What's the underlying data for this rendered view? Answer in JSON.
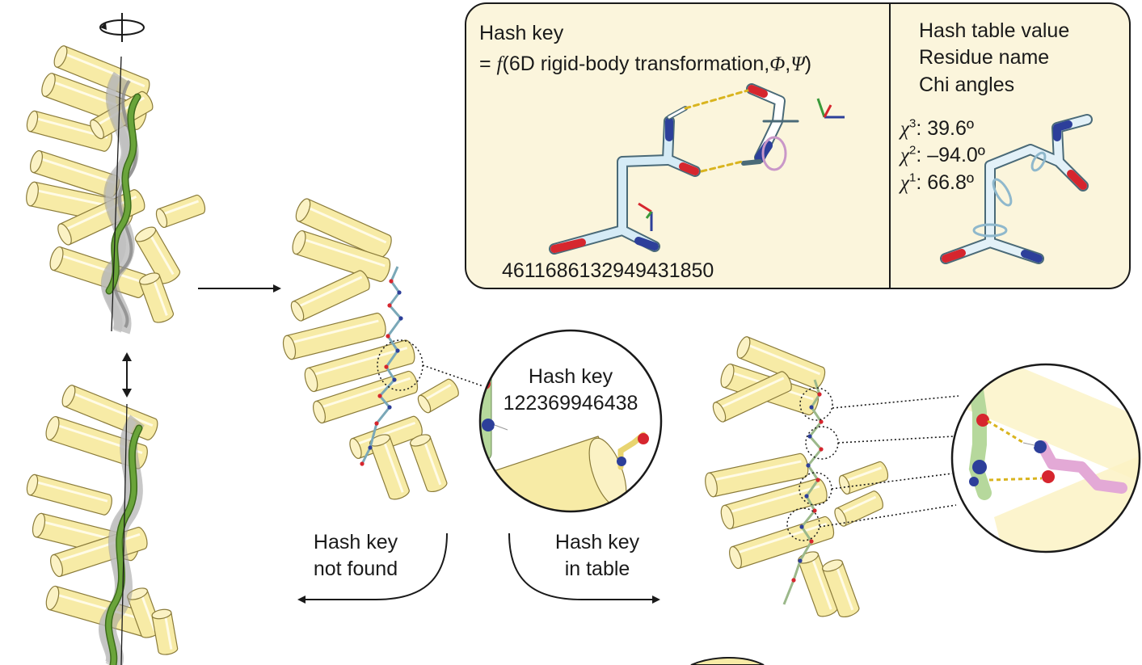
{
  "hash_box": {
    "key_title": "Hash key",
    "key_formula_prefix": "= ",
    "key_formula_f": "f",
    "key_formula_body": "(6D rigid-body transformation,",
    "key_formula_phi": "Φ",
    "key_formula_sep": ",",
    "key_formula_psi": "Ψ",
    "key_formula_close": ")",
    "key_value": "4611686132949431850",
    "value_lines": [
      "Hash table value",
      "Residue name",
      "Chi angles"
    ],
    "chi": [
      {
        "symbol": "χ",
        "sup": "3",
        "value": ": 39.6º"
      },
      {
        "symbol": "χ",
        "sup": "2",
        "value": ": –94.0º"
      },
      {
        "symbol": "χ",
        "sup": "1",
        "value": ": 66.8º"
      }
    ]
  },
  "zoom_missing": {
    "title": "Hash key",
    "value": "122369946438"
  },
  "arrow_left_label": [
    "Hash key",
    "not found"
  ],
  "arrow_right_label": [
    "Hash key",
    "in table"
  ],
  "colors": {
    "helix_fill": "#f7eba6",
    "helix_stroke": "#8a7b3a",
    "panel_bg": "#fbf5dc",
    "peptide_green": "#6aa43a",
    "superhelix_gray": "#9a9a9a",
    "oxygen_red": "#d6262e",
    "nitrogen_blue": "#2d3f9a",
    "carbon_lightblue": "#cfe6f2",
    "carbon_pink": "#e3a9d6",
    "carbon_green": "#b6d89c",
    "hbond_yellow": "#d9b41f"
  }
}
